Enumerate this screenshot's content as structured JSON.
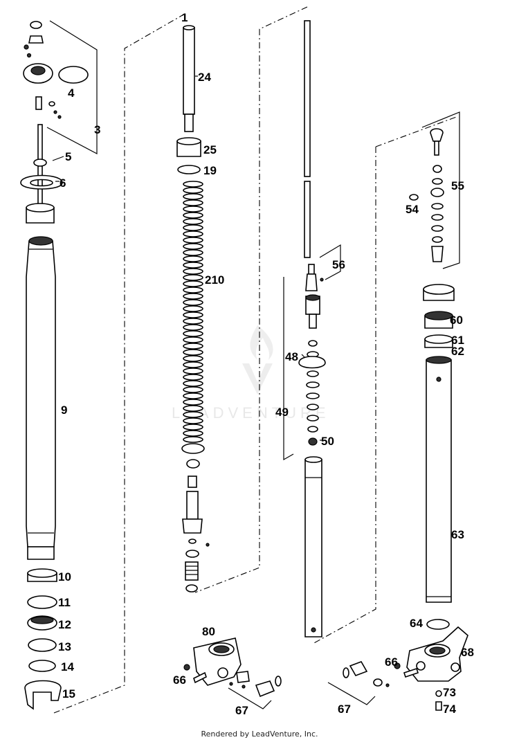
{
  "diagram": {
    "callouts": [
      "1",
      "3",
      "4",
      "5",
      "6",
      "9",
      "10",
      "11",
      "12",
      "13",
      "14",
      "15",
      "19",
      "24",
      "25",
      "210",
      "48",
      "49",
      "50",
      "54",
      "55",
      "56",
      "60",
      "61",
      "62",
      "63",
      "64",
      "66",
      "67",
      "68",
      "73",
      "74",
      "80"
    ],
    "watermark": "LEADVENTURE",
    "footer": "Rendered by LeadVenture, Inc."
  }
}
